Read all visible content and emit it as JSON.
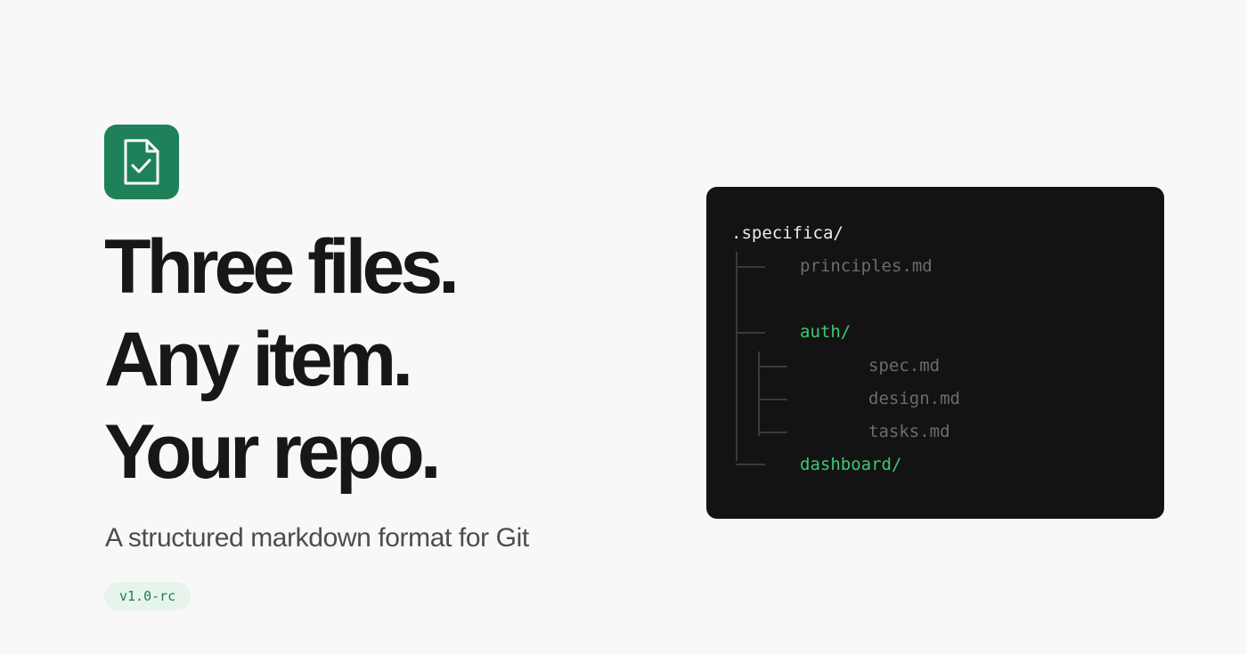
{
  "logo": {
    "icon": "document-check-icon",
    "color": "#1f8159"
  },
  "headline": {
    "lines": [
      "Three files.",
      "Any item.",
      "Your repo."
    ]
  },
  "subtitle": "A structured markdown format for Git",
  "version_badge": "v1.0-rc",
  "tree": {
    "root": ".specifica/",
    "items": [
      {
        "name": "principles.md",
        "type": "file",
        "depth": 1
      },
      {
        "name": "auth/",
        "type": "dir",
        "depth": 1
      },
      {
        "name": "spec.md",
        "type": "file",
        "depth": 2
      },
      {
        "name": "design.md",
        "type": "file",
        "depth": 2
      },
      {
        "name": "tasks.md",
        "type": "file",
        "depth": 2
      },
      {
        "name": "dashboard/",
        "type": "dir",
        "depth": 1
      }
    ]
  },
  "colors": {
    "background": "#f8f8f8",
    "accent": "#1f8159",
    "card_bg": "#131314",
    "dir_color": "#3ec86e",
    "file_color": "#6c6c70"
  }
}
